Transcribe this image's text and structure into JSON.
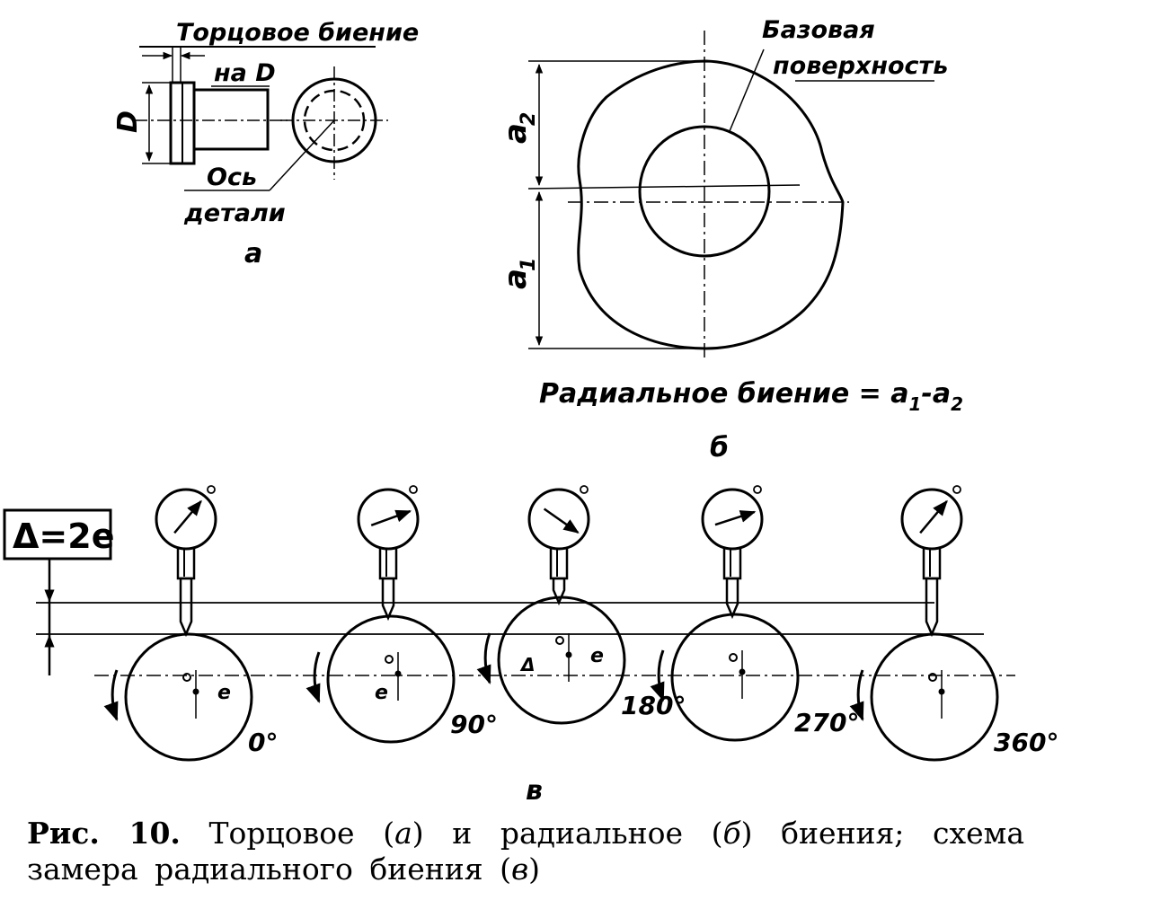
{
  "part_a": {
    "face_runout_label": "Торцовое биение",
    "on_d_label": "на D",
    "diameter_label": "D",
    "axis_label_line1": "Ось",
    "axis_label_line2": "детали",
    "letter": "а"
  },
  "part_b": {
    "base_surface_line1": "Базовая",
    "base_surface_line2": "поверхность",
    "a2_label": "a",
    "a2_sub": "2",
    "a1_label": "a",
    "a1_sub": "1",
    "formula_text": "Радиальное биение = a",
    "formula_sub1": "1",
    "formula_mid": "-a",
    "formula_sub2": "2",
    "letter": "б"
  },
  "part_c": {
    "delta_label": "Δ=2e",
    "e_label": "e",
    "small_delta": "Δ",
    "angles": [
      "0°",
      "90°",
      "180°",
      "270°",
      "360°"
    ],
    "letter": "в"
  },
  "caption": {
    "head": "Рис. 10.",
    "t1": " Торцовое (",
    "a": "а",
    "t2": ") и радиальное (",
    "b": "б",
    "t3": ") биения; схема замера радиального биения (",
    "c": "в",
    "t4": ")"
  }
}
